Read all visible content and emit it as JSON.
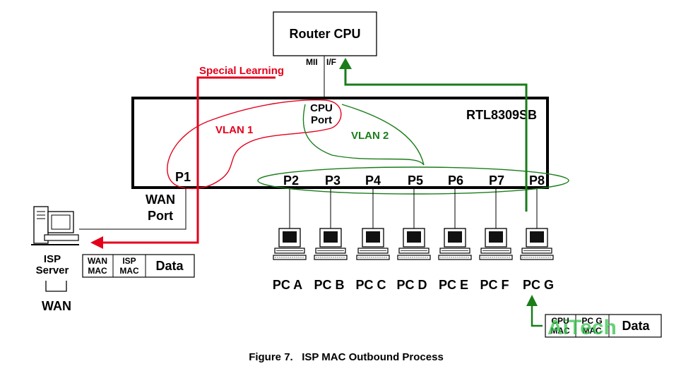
{
  "router": {
    "title": "Router CPU",
    "mii": "MII",
    "if": "I/F"
  },
  "chip": {
    "name": "RTL8309SB",
    "cpu_port": [
      "CPU",
      "Port"
    ]
  },
  "special_learning": "Special Learning",
  "vlan1": "VLAN 1",
  "vlan2": "VLAN 2",
  "p1": "P1",
  "wan_port": [
    "WAN",
    "Port"
  ],
  "ports": [
    "P2",
    "P3",
    "P4",
    "P5",
    "P6",
    "P7",
    "P8"
  ],
  "pcs": [
    "PC A",
    "PC B",
    "PC C",
    "PC D",
    "PC E",
    "PC F",
    "PC G"
  ],
  "isp_server": [
    "ISP",
    "Server"
  ],
  "wan": "WAN",
  "outbound_packet": {
    "f1": [
      "WAN",
      "MAC"
    ],
    "f2": [
      "ISP",
      "MAC"
    ],
    "data": "Data"
  },
  "inbound_packet": {
    "f1": [
      "CPU",
      "MAC"
    ],
    "f2": [
      "PC G",
      "MAC"
    ],
    "data": "Data"
  },
  "watermark": "AiTech",
  "caption": "Figure 7.   ISP MAC Outbound Process",
  "colors": {
    "red": "#e3001b",
    "green": "#1a7d1a",
    "black": "#000000"
  }
}
